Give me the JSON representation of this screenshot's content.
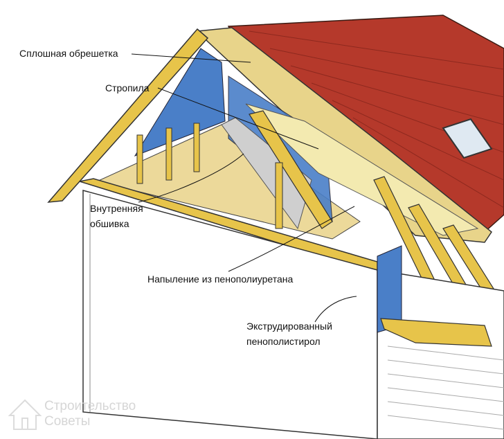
{
  "labels": {
    "sheathing": "Сплошная обрешетка",
    "rafters": "Стропила",
    "inner_lining_1": "Внутренняя",
    "inner_lining_2": "обшивка",
    "pu_foam": "Напыление из пенополиуретана",
    "xps_1": "Экструдированный",
    "xps_2": "пенополистирол"
  },
  "watermark": {
    "line1": "Строительство",
    "line2": "Советы"
  },
  "colors": {
    "tiles": "#b5392b",
    "osb": "#e8d48a",
    "timber": "#e7c44a",
    "insulation": "#4a7fc8",
    "wall": "#ffffff"
  }
}
